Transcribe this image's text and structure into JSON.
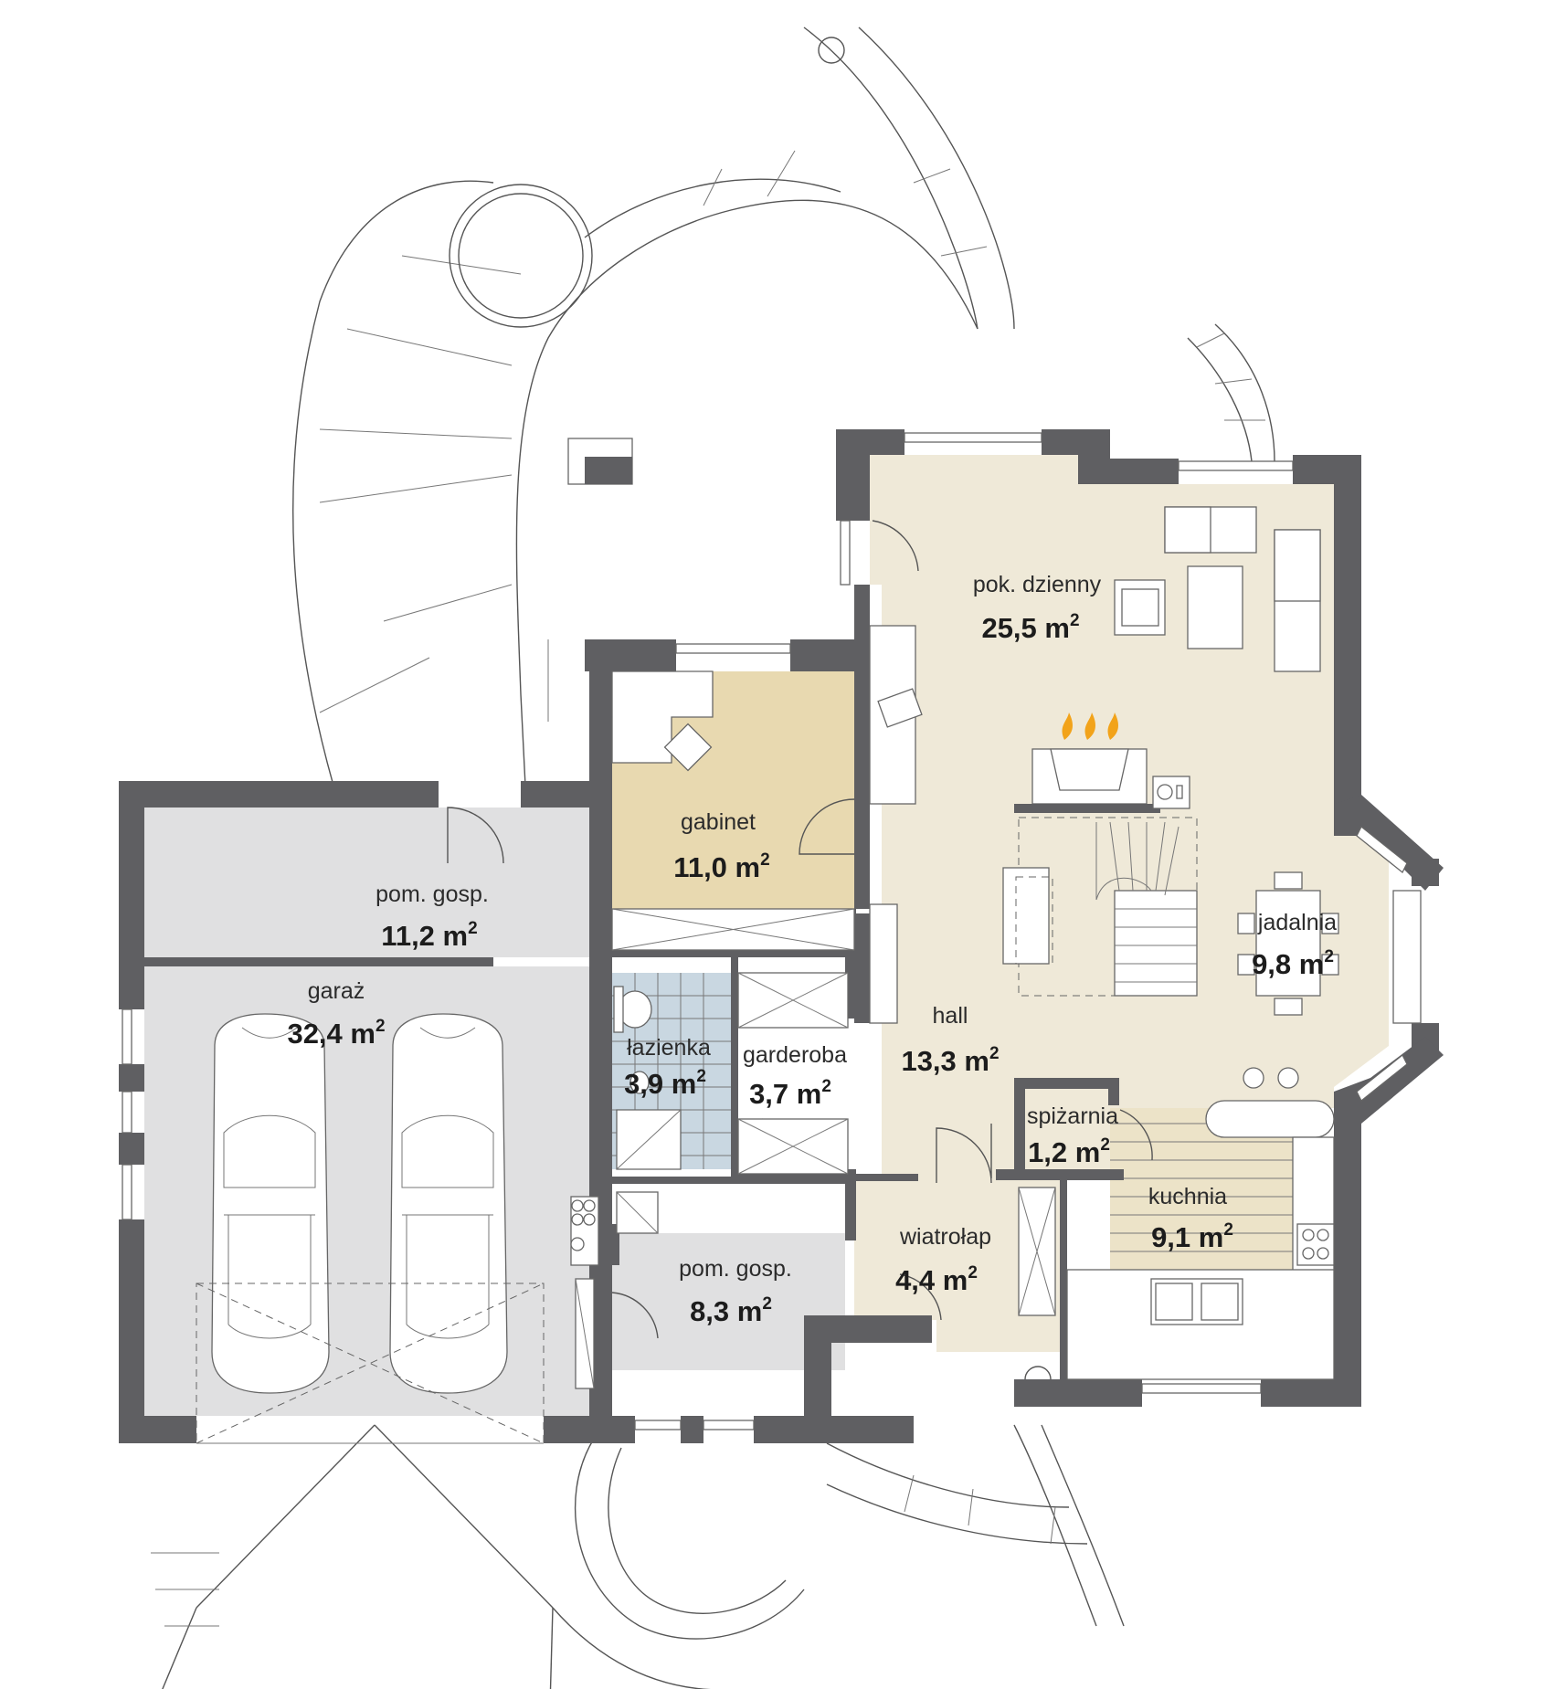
{
  "unit_sup": "2",
  "rooms": [
    {
      "id": "pom-gosp-1",
      "name": "pom. gosp.",
      "area": "11,2 m"
    },
    {
      "id": "garaz",
      "name": "garaż",
      "area": "32,4 m"
    },
    {
      "id": "gabinet",
      "name": "gabinet",
      "area": "11,0 m"
    },
    {
      "id": "pok-dzienny",
      "name": "pok. dzienny",
      "area": "25,5 m"
    },
    {
      "id": "jadalnia",
      "name": "jadalnia",
      "area": "9,8 m"
    },
    {
      "id": "lazienka",
      "name": "łazienka",
      "area": "3,9 m"
    },
    {
      "id": "garderoba",
      "name": "garderoba",
      "area": "3,7 m"
    },
    {
      "id": "hall",
      "name": "hall",
      "area": "13,3 m"
    },
    {
      "id": "spizarnia",
      "name": "spiżarnia",
      "area": "1,2 m"
    },
    {
      "id": "kuchnia",
      "name": "kuchnia",
      "area": "9,1 m"
    },
    {
      "id": "wiatrolap",
      "name": "wiatrołap",
      "area": "4,4 m"
    },
    {
      "id": "pom-gosp-2",
      "name": "pom. gosp.",
      "area": "8,3 m"
    }
  ],
  "colors": {
    "wall": "#5f5f62",
    "living_floor": "#efe9d8",
    "study_floor": "#e8d9b0",
    "utility_floor": "#e0e0e1",
    "bath_tile": "#c9d7e1",
    "kitchen_floor": "#ece3c8"
  }
}
